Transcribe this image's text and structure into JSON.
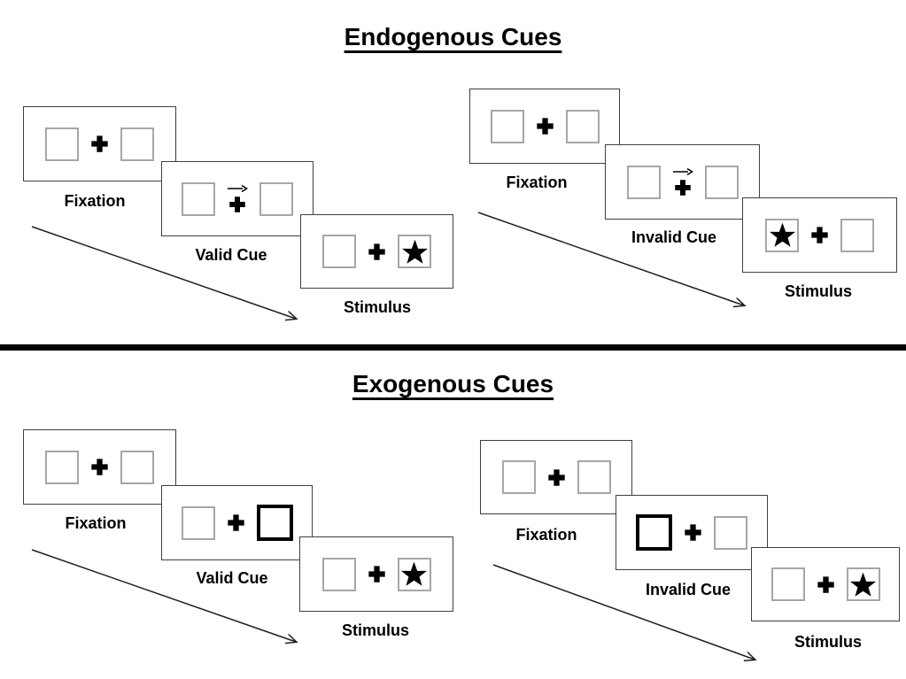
{
  "figure": {
    "description": "Posner spatial cueing paradigm trial sequences",
    "background": "#ffffff"
  },
  "sections": [
    {
      "title": "Endogenous Cues",
      "groups": [
        {
          "id": "endogenous-valid",
          "panels": [
            {
              "label": "Fixation",
              "content": "two empty boxes with central fixation cross"
            },
            {
              "label": "Valid Cue",
              "content": "central right-pointing arrow above fixation cross"
            },
            {
              "label": "Stimulus",
              "content": "star appears in right box",
              "star_side": "right"
            }
          ]
        },
        {
          "id": "endogenous-invalid",
          "panels": [
            {
              "label": "Fixation",
              "content": "two empty boxes with central fixation cross"
            },
            {
              "label": "Invalid Cue",
              "content": "central right-pointing arrow above fixation cross"
            },
            {
              "label": "Stimulus",
              "content": "star appears in left box",
              "star_side": "left"
            }
          ]
        }
      ]
    },
    {
      "title": "Exogenous Cues",
      "groups": [
        {
          "id": "exogenous-valid",
          "panels": [
            {
              "label": "Fixation",
              "content": "two empty boxes with central fixation cross"
            },
            {
              "label": "Valid Cue",
              "content": "right box brightened with thick black border",
              "highlight_side": "right"
            },
            {
              "label": "Stimulus",
              "content": "star appears in right box",
              "star_side": "right"
            }
          ]
        },
        {
          "id": "exogenous-invalid",
          "panels": [
            {
              "label": "Fixation",
              "content": "two empty boxes with central fixation cross"
            },
            {
              "label": "Invalid Cue",
              "content": "left box brightened with thick black border",
              "highlight_side": "left"
            },
            {
              "label": "Stimulus",
              "content": "star appears in right box",
              "star_side": "right"
            }
          ]
        }
      ]
    }
  ],
  "icons": {
    "fixation_cross": "✚",
    "cue_arrow": "→",
    "stimulus_star": "★",
    "timeline_arrow": "↘"
  },
  "colors": {
    "background": "#ffffff",
    "panel_border": "#3f3f3f",
    "box_border": "#a6a6a6",
    "highlight_box_border": "#000000",
    "symbol": "#000000",
    "divider": "#000000",
    "timeline_arrow": "#1f1f1f"
  }
}
